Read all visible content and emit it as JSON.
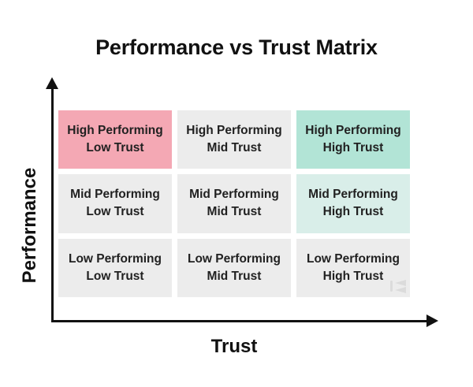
{
  "title": "Performance vs Trust Matrix",
  "axes": {
    "y_label": "Performance",
    "x_label": "Trust"
  },
  "colors": {
    "negative": "#f4a8b4",
    "positive": "#b2e4d6",
    "positive_light": "#d9eee9",
    "neutral": "#ececec",
    "cell_text": "#212121",
    "axis": "#111111",
    "watermark": "#d9d9d9"
  },
  "matrix": {
    "rows": [
      {
        "cells": [
          {
            "line1": "High Performing",
            "line2": "Low Trust",
            "tone": "negative"
          },
          {
            "line1": "High Performing",
            "line2": "Mid Trust",
            "tone": "neutral"
          },
          {
            "line1": "High Performing",
            "line2": "High Trust",
            "tone": "positive"
          }
        ]
      },
      {
        "cells": [
          {
            "line1": "Mid Performing",
            "line2": "Low Trust",
            "tone": "neutral"
          },
          {
            "line1": "Mid Performing",
            "line2": "Mid Trust",
            "tone": "neutral"
          },
          {
            "line1": "Mid Performing",
            "line2": "High Trust",
            "tone": "positive_light"
          }
        ]
      },
      {
        "cells": [
          {
            "line1": "Low Performing",
            "line2": "Low Trust",
            "tone": "neutral"
          },
          {
            "line1": "Low Performing",
            "line2": "Mid Trust",
            "tone": "neutral"
          },
          {
            "line1": "Low Performing",
            "line2": "High Trust",
            "tone": "neutral"
          }
        ]
      }
    ]
  },
  "watermark_icon": "brand-watermark"
}
